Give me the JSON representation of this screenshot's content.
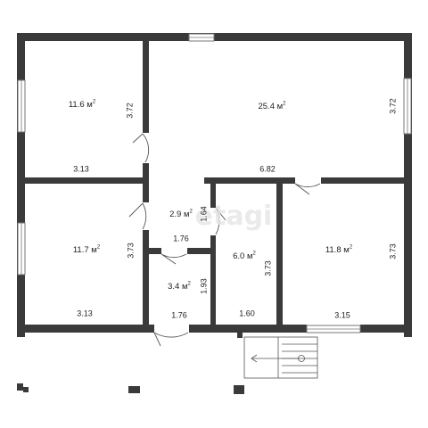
{
  "rooms": [
    {
      "id": "r1",
      "area": "11.6",
      "unit": "м",
      "sup": "2"
    },
    {
      "id": "r2",
      "area": "25.4",
      "unit": "м",
      "sup": "2"
    },
    {
      "id": "r3",
      "area": "2.9",
      "unit": "м",
      "sup": "2"
    },
    {
      "id": "r4",
      "area": "11.7",
      "unit": "м",
      "sup": "2"
    },
    {
      "id": "r5",
      "area": "3.4",
      "unit": "м",
      "sup": "2"
    },
    {
      "id": "r6",
      "area": "6.0",
      "unit": "м",
      "sup": "2"
    },
    {
      "id": "r7",
      "area": "11.8",
      "unit": "м",
      "sup": "2"
    }
  ],
  "dims": {
    "d_372_left": "3.72",
    "d_372_right": "3.72",
    "d_313_top": "3.13",
    "d_682": "6.82",
    "d_164": "1.64",
    "d_176_mid": "1.76",
    "d_373_left": "3.73",
    "d_373_mid": "3.73",
    "d_373_right": "3.73",
    "d_193": "1.93",
    "d_313_bottom": "3.13",
    "d_176_bottom": "1.76",
    "d_160": "1.60",
    "d_315": "3.15"
  },
  "watermark": "etagi"
}
